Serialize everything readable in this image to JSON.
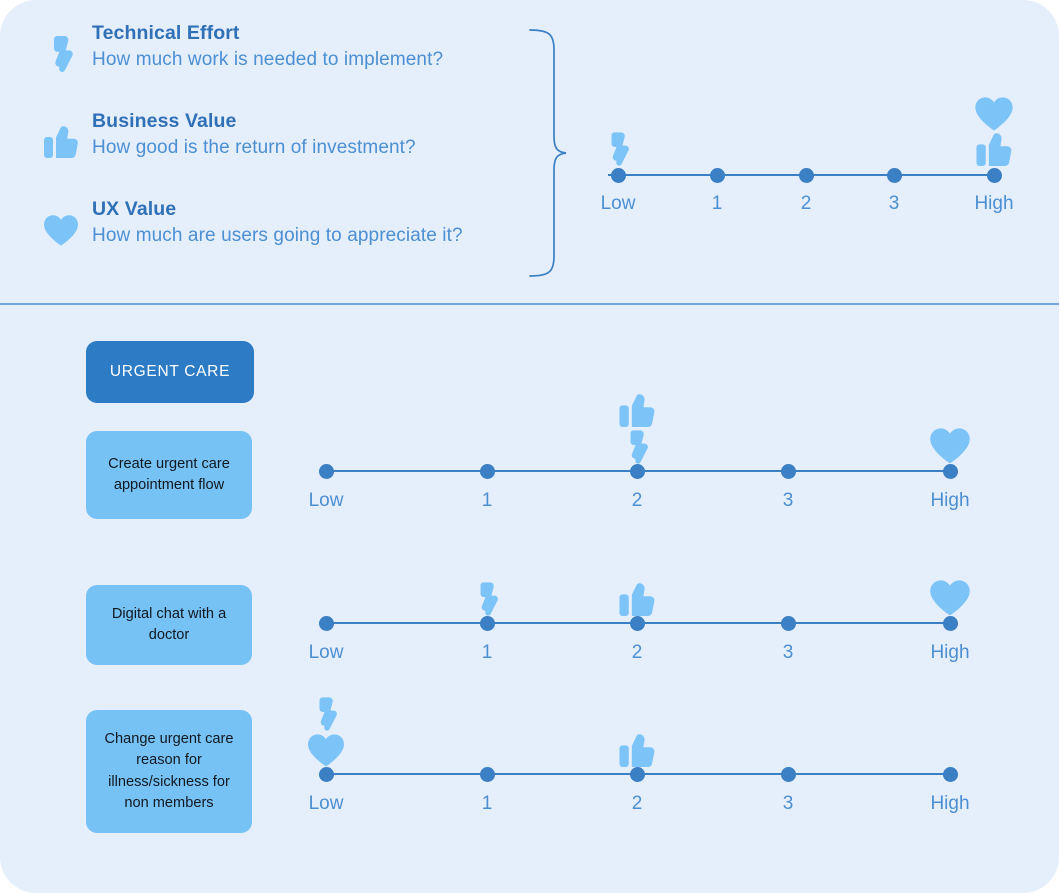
{
  "colors": {
    "panel_bg": "#e5eefb",
    "accent_dark": "#2c7bc4",
    "accent_dot": "#3b7fc4",
    "icon_light": "#7cc4f8",
    "card_bg": "#77c2f5",
    "heading": "#2f70b6",
    "body_text": "#4c8fd2",
    "divider": "#6fa4d8"
  },
  "legend": {
    "criteria": [
      {
        "icon": "lightning-icon",
        "title": "Technical Effort",
        "question": "How much work is needed to implement?"
      },
      {
        "icon": "thumbs-up-icon",
        "title": "Business Value",
        "question": "How good is the return of investment?"
      },
      {
        "icon": "heart-icon",
        "title": "UX Value",
        "question": "How much are users going to appreciate it?"
      }
    ],
    "scale": {
      "tick_labels": [
        "Low",
        "1",
        "2",
        "3",
        "High"
      ],
      "low_marks": [
        "lightning-icon"
      ],
      "high_marks": [
        "heart-icon",
        "thumbs-up-icon"
      ]
    }
  },
  "matrix": {
    "group_label": "URGENT CARE",
    "scale_tick_labels": [
      "Low",
      "1",
      "2",
      "3",
      "High"
    ],
    "rows": [
      {
        "task": "Create urgent care appointment flow",
        "markers": [
          {
            "tick": 2,
            "icons": [
              "thumbs-up-icon",
              "lightning-icon"
            ]
          },
          {
            "tick": 4,
            "icons": [
              "heart-icon"
            ]
          }
        ]
      },
      {
        "task": "Digital chat with a doctor",
        "markers": [
          {
            "tick": 1,
            "icons": [
              "lightning-icon"
            ]
          },
          {
            "tick": 2,
            "icons": [
              "thumbs-up-icon"
            ]
          },
          {
            "tick": 4,
            "icons": [
              "heart-icon"
            ]
          }
        ]
      },
      {
        "task": "Change urgent care reason for illness/sickness for non members",
        "markers": [
          {
            "tick": 0,
            "icons": [
              "lightning-icon",
              "heart-icon"
            ]
          },
          {
            "tick": 2,
            "icons": [
              "thumbs-up-icon"
            ]
          }
        ]
      }
    ]
  }
}
